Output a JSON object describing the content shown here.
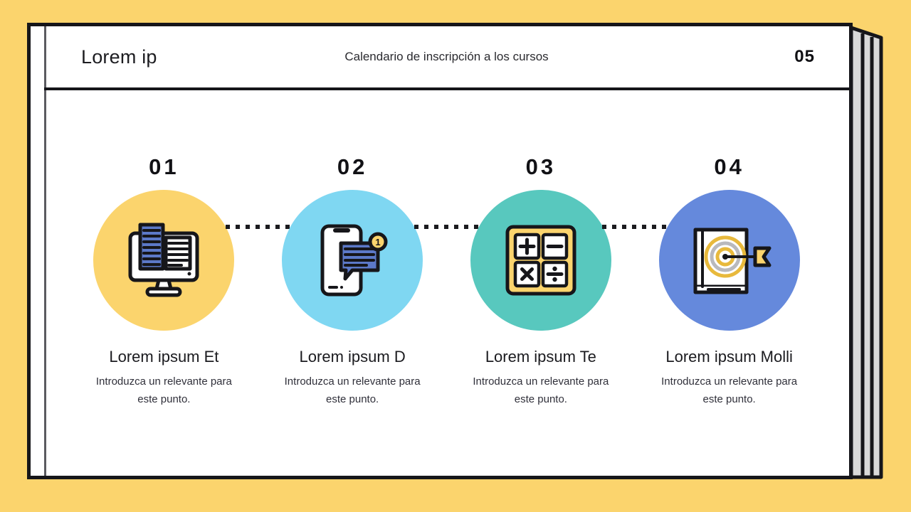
{
  "theme": {
    "background": "#FBD46D",
    "card": "#FFFFFF",
    "ink": "#16161A"
  },
  "header": {
    "left_title": "Lorem ip",
    "center_title": "Calendario de inscripción a los cursos",
    "page_number": "05"
  },
  "steps": [
    {
      "number": "01",
      "title": "Lorem ipsum Et",
      "description": "Introduzca un relevante para este punto.",
      "circle_color": "#FBD46D",
      "icon": "desktop-monitor-reading-icon"
    },
    {
      "number": "02",
      "title": "Lorem ipsum D",
      "description": "Introduzca un relevante para este punto.",
      "circle_color": "#7FD7F2",
      "icon": "smartphone-chat-notification-icon",
      "badge": "1"
    },
    {
      "number": "03",
      "title": "Lorem ipsum Te",
      "description": "Introduzca un relevante para este punto.",
      "circle_color": "#58C8BE",
      "icon": "calculator-operations-icon"
    },
    {
      "number": "04",
      "title": "Lorem ipsum Molli",
      "description": "Introduzca un relevante para este punto.",
      "circle_color": "#6589DC",
      "icon": "book-target-arrow-icon"
    }
  ]
}
